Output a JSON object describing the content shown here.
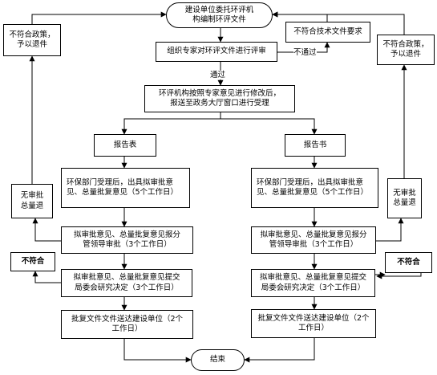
{
  "nodes": {
    "start": "建设单位委托环评机\n构编制环评文件",
    "reject_tech": "不符合技术文件要求",
    "reject_policy_left": "不符合政策，\n予以退件",
    "reject_policy_right": "不符合政策，\n予以退件",
    "expert_review": "组织专家对环评文件进行评审",
    "revise_submit": "环评机构按照专家意见进行修改后，\n报送至政务大厅窗口进行受理",
    "report_table": "报告表",
    "report_book": "报告书",
    "left_accept": "环保部门受理后，出具拟审批意\n见、总量批复意见（5个工作日）",
    "right_accept": "环保部门受理后，出具拟审批意\n见、总量批复意见（5个工作日）",
    "left_leader": "拟审批意见、总量批复意见报分\n管领导审批（3个工作日）",
    "right_leader": "拟审批意见、总量批复意见报分\n管领导审批（3个工作日）",
    "left_committee": "拟审批意见、总量批复意见提交\n局委会研究决定（3个工作日）",
    "right_committee": "拟审批意见、总量批复意见提交\n局委会研究决定（3个工作日）",
    "left_deliver": "批复文件文件送达建设单位（2个\n工作日）",
    "right_deliver": "批复文件文件送达建设单位（2个\n工作日）",
    "left_no_approval": "无审批\n总量退",
    "right_no_approval": "无审批\n总量退",
    "left_fail": "不符合",
    "right_fail": "不符合",
    "end": "结束"
  },
  "labels": {
    "pass": "通过",
    "not_pass": "不通过"
  }
}
